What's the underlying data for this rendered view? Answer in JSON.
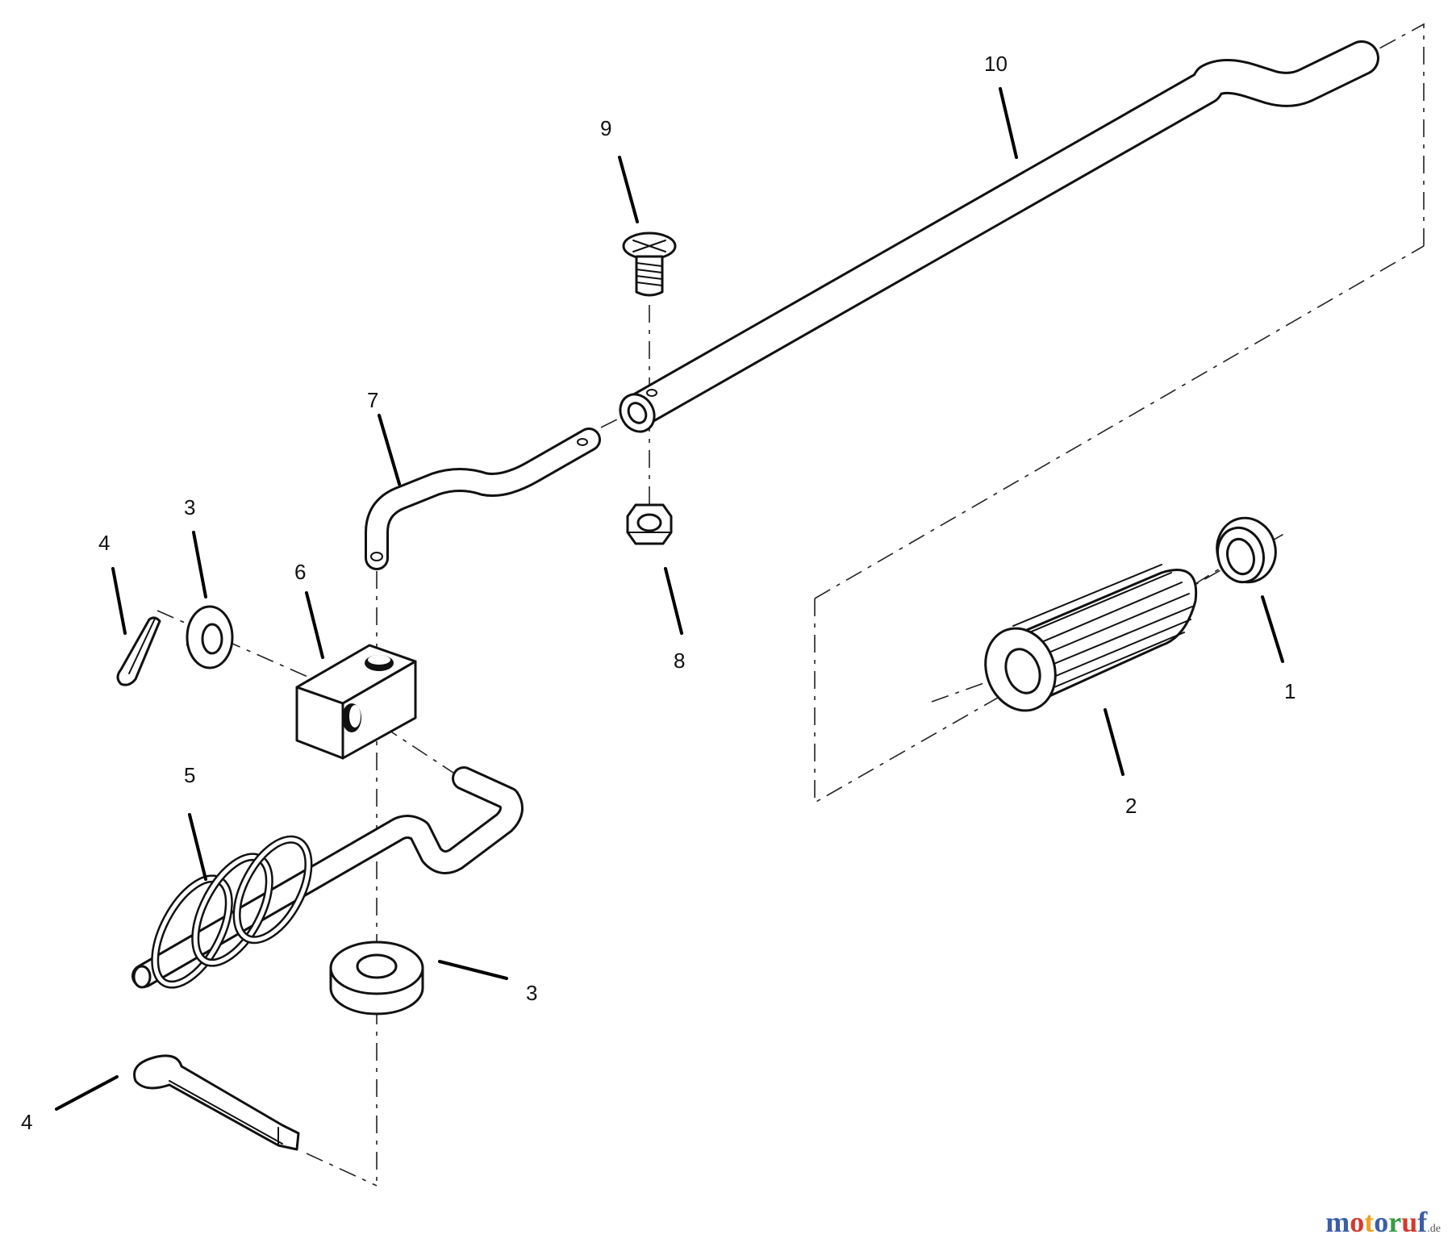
{
  "callouts": {
    "c1": "1",
    "c2": "2",
    "c3a": "3",
    "c3b": "3",
    "c4a": "4",
    "c4b": "4",
    "c5": "5",
    "c6": "6",
    "c7": "7",
    "c8": "8",
    "c9": "9",
    "c10": "10"
  },
  "watermark": {
    "letters": [
      "m",
      "o",
      "t",
      "o",
      "r",
      "u",
      "f"
    ],
    "colors": [
      "#3b5ea8",
      "#d43a2f",
      "#f0a21f",
      "#3b5ea8",
      "#3a9a44",
      "#d43a2f",
      "#3b5ea8"
    ],
    "tld": ".de"
  }
}
